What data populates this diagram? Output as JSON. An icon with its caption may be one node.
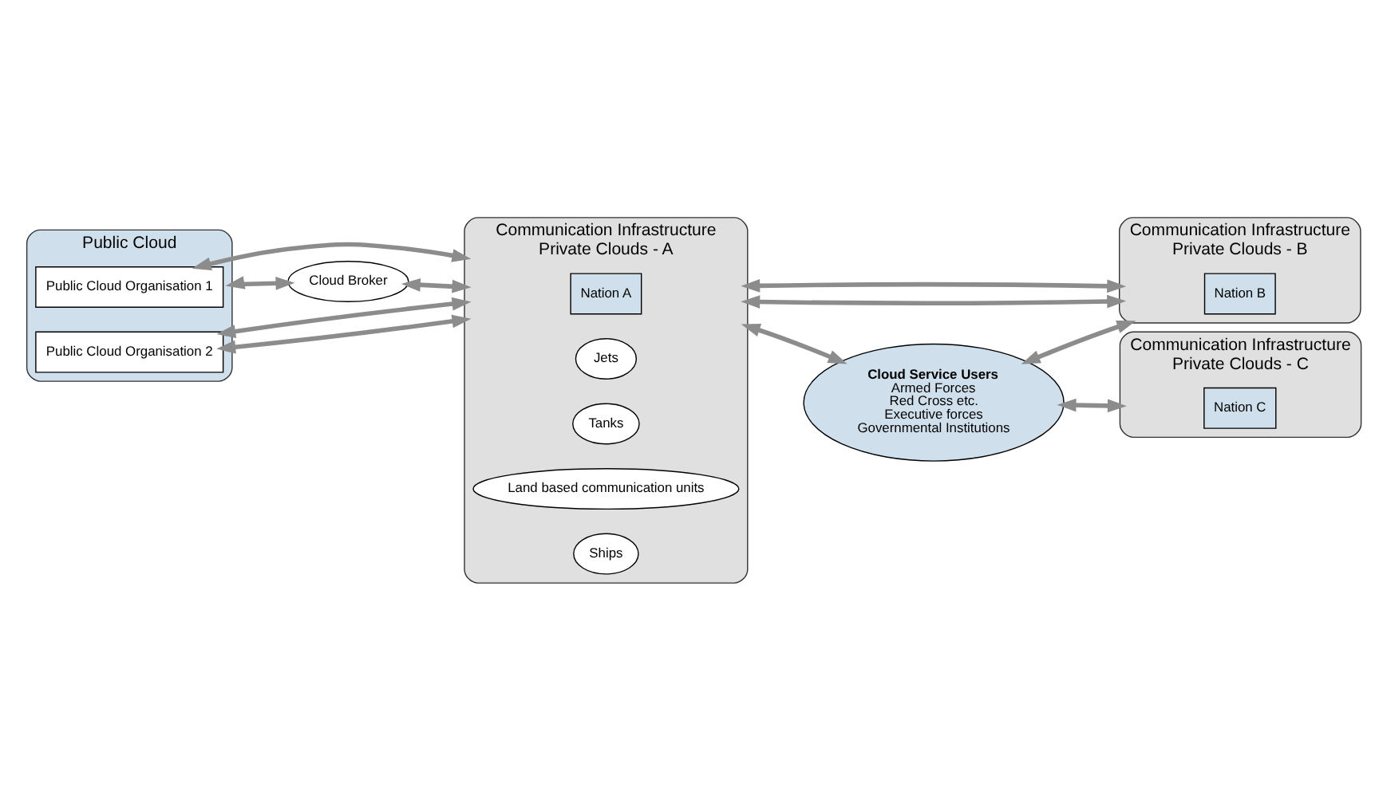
{
  "diagram": {
    "nodes": [
      {
        "text": [
          "Public Cloud"
        ]
      },
      {
        "text": [
          "Public Cloud Organisation 1"
        ],
        "in": 0
      },
      {
        "text": [
          "Public Cloud Organisation 2"
        ],
        "in": 0
      },
      {
        "text": [
          "Communication Infrastructure",
          "Private Clouds - A"
        ]
      },
      {
        "text": [
          "Nation A"
        ],
        "in": 3
      },
      {
        "text": [
          "Jets"
        ],
        "in": 3
      },
      {
        "text": [
          "Tanks"
        ],
        "in": 3
      },
      {
        "text": [
          "Land based communication units"
        ],
        "in": 3
      },
      {
        "text": [
          "Ships"
        ],
        "in": 3
      },
      {
        "text": [
          "Communication Infrastructure",
          "Private Clouds - B"
        ]
      },
      {
        "text": [
          "Nation B"
        ],
        "in": 9
      },
      {
        "text": [
          "Communication Infrastructure",
          "Private Clouds - C"
        ]
      },
      {
        "text": [
          "Nation C"
        ],
        "in": 11
      },
      {
        "text": [
          "Cloud Broker"
        ]
      },
      {
        "text": [
          "Cloud Service Users",
          "Armed Forces",
          "Red Cross etc.",
          "Executive forces",
          "Governmental Institutions"
        ]
      }
    ],
    "edges": [
      {
        "from": 1,
        "to": 3,
        "arrow": "both"
      },
      {
        "from": 2,
        "to": 3,
        "arrow": "both"
      },
      {
        "from": 2,
        "to": 3,
        "arrow": "both"
      },
      {
        "from": 0,
        "to": 13,
        "arrow": "both"
      },
      {
        "from": 13,
        "to": 3,
        "arrow": "both"
      },
      {
        "from": 3,
        "to": 9,
        "arrow": "both"
      },
      {
        "from": 3,
        "to": 9,
        "arrow": "both"
      },
      {
        "from": 3,
        "to": 14,
        "arrow": "both"
      },
      {
        "from": 14,
        "to": 9,
        "arrow": "both"
      },
      {
        "from": 14,
        "to": 11,
        "arrow": "both"
      }
    ]
  }
}
